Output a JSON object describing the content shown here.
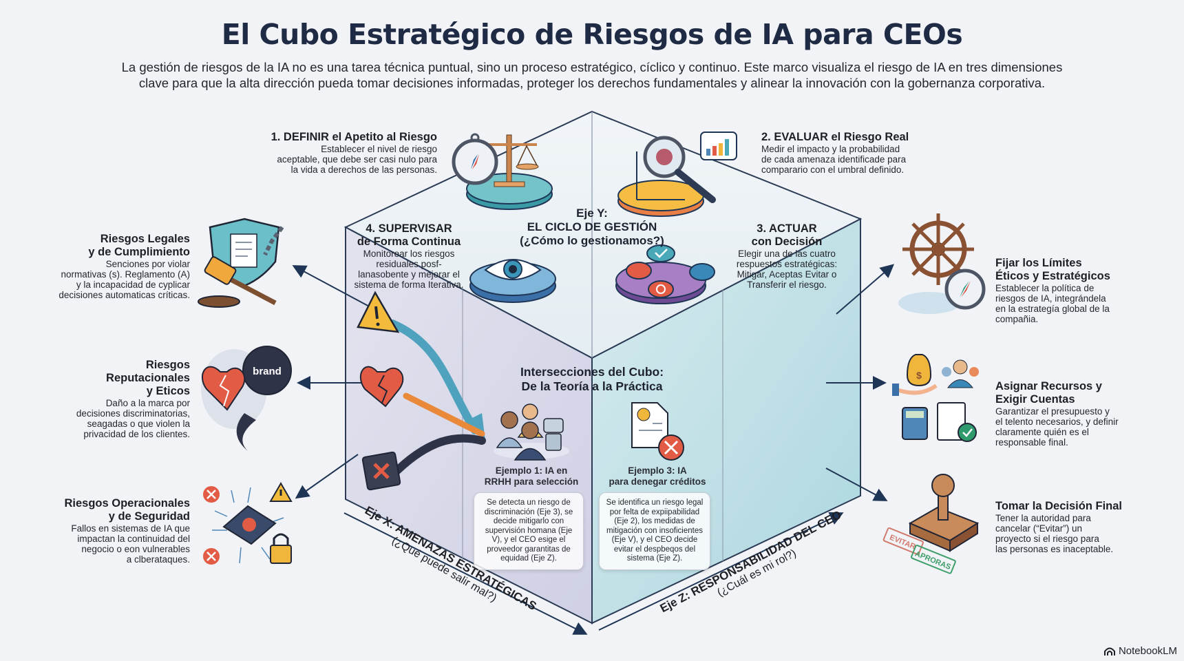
{
  "header": {
    "title": "El Cubo Estratégico de Riesgos de IA para CEOs",
    "subtitle_line1": "La gestión de riesgos de la IA no es una tarea técnica puntual, sino un proceso estratégico, cíclico y continuo. Este marco visualiza el riesgo de IA en tres dimensiones",
    "subtitle_line2": "clave para que la alta dirección pueda tomar decisiones informadas, proteger los derechos fundamentales y alinear la innovación con la gobernanza corporativa."
  },
  "cycle": {
    "axis_label": "Eje Y:",
    "axis_title": "EL CICLO DE GESTIÓN",
    "axis_question": "(¿Cómo lo gestionamos?)",
    "steps": [
      {
        "title": "1. DEFINIR el Apetito al Riesgo",
        "text": [
          "Establecer el nivel de riesgo",
          "aceptable, que debe ser casi nulo para",
          "la vida a derechos de las personas."
        ],
        "icon": "compass-scale-icon"
      },
      {
        "title": "2. EVALUAR el Riesgo Real",
        "text": [
          "Medir el impacto y la probabilidad",
          "de cada amenaza identificade para",
          "comparario con el umbral definido."
        ],
        "icon": "magnifier-chart-icon"
      },
      {
        "title_l1": "3. ACTUAR",
        "title_l2": "con Decisión",
        "text": [
          "Elegir una de las cuatro",
          "respuestos estratégicas:",
          "Mitigar, Aceptas Evitar o",
          "Transferir el riesgo."
        ],
        "icon": "decision-options-icon"
      },
      {
        "title_l1": "4. SUPERVISAR",
        "title_l2": "de Forma Continua",
        "text": [
          "Monitorear los riesgos",
          "residuales posf-",
          "lanasobente y mejorar el",
          "sistema de forma Iterativa."
        ],
        "icon": "eye-monitor-icon"
      }
    ]
  },
  "threats": {
    "axis_title": "Eje X: AMENAZAS ESTRATÉGICAS",
    "axis_question": "(¿Qué puede salir mal?)",
    "items": [
      {
        "title_l1": "Riesgos Legales",
        "title_l2": "y de Cumplimiento",
        "text": [
          "Senciones por violar",
          "normativas (s). Reglamento (A)",
          "y la incapacidad de cyplicar",
          "decisiones automaticas críticas."
        ],
        "icon": "gavel-shield-icon"
      },
      {
        "title_l1": "Riesgos",
        "title_l2": "Reputacionales",
        "title_l3": "y Eticos",
        "text": [
          "Daño a la marca por",
          "decisiones discriminatorias,",
          "seagadas o que violen la",
          "privacidad de los clientes."
        ],
        "icon": "broken-heart-brand-icon",
        "badge": "brand"
      },
      {
        "title_l1": "Riesgos Operacionales",
        "title_l2": "y de Seguridad",
        "text": [
          "Fallos en sistemas de IA que",
          "impactan la continuidad del",
          "negocio o eon vulnerables",
          "a clberataques."
        ],
        "icon": "broken-chip-lock-icon"
      }
    ]
  },
  "ceo": {
    "axis_title": "Eje Z: RESPONSABILIDAD DEL CEO",
    "axis_question": "(¿Cuál es mi rol?)",
    "items": [
      {
        "title_l1": "Fijar los Límites",
        "title_l2": "Éticos y Estratégicos",
        "text": [
          "Establecer la política de",
          "riesgos de IA, integrándela",
          "en la estrategía global de la",
          "compañia."
        ],
        "icon": "helm-compass-icon"
      },
      {
        "title_l1": "Asignar Recursos y",
        "title_l2": "Exigir Cuentas",
        "text": [
          "Garantizar el presupuesto y",
          "el telento necesarios, y definir",
          "claramente quién es el",
          "responsable final."
        ],
        "icon": "money-team-checklist-icon"
      },
      {
        "title_l1": "Tomar la Decisión Final",
        "text": [
          "Tener la autoridad para",
          "cancelar (“Evitar”) un",
          "proyecto si el riesgo para",
          "las personas es inaceptable."
        ],
        "icon": "stamp-icon",
        "stamps": [
          "EVITAR",
          "APRORAS"
        ]
      }
    ]
  },
  "intersections": {
    "title_l1": "Intersecciones del Cubo:",
    "title_l2": "De la Teoría a la Práctica",
    "examples": [
      {
        "label_l1": "Ejemplo 1: IA en",
        "label_l2": "RRHH para selección",
        "icon": "people-robot-icon",
        "text": [
          "Se detecta un riesgo de",
          "discriminación (Eje 3), se",
          "decide mitigarlo con",
          "supervisión homana (Eje",
          "V), y el CEO esige el",
          "proveedor garantitas de",
          "equidad (Eje Z)."
        ]
      },
      {
        "label_l1": "Ejemplo 3: IA",
        "label_l2": "para denegar créditos",
        "icon": "credit-denied-icon",
        "text": [
          "Se identifica un riesgo legal",
          "por felta de expiipabilidad",
          "(Eje 2), los medidas de",
          "mitigación con insoficientes",
          "(Eje V), y el CEO decide",
          "evitar el despbeqos del",
          "sistema (Eje Z)."
        ]
      }
    ]
  },
  "colors": {
    "title": "#1f2a44",
    "cube_left": "#d8d8ea",
    "cube_right": "#bfe0e6",
    "cube_top": "#eaf1f5",
    "arrow": "#1f3555",
    "accent_red": "#e25b45",
    "accent_teal": "#49a9b8",
    "accent_gold": "#f0b63c"
  },
  "watermark": "NotebookLM"
}
